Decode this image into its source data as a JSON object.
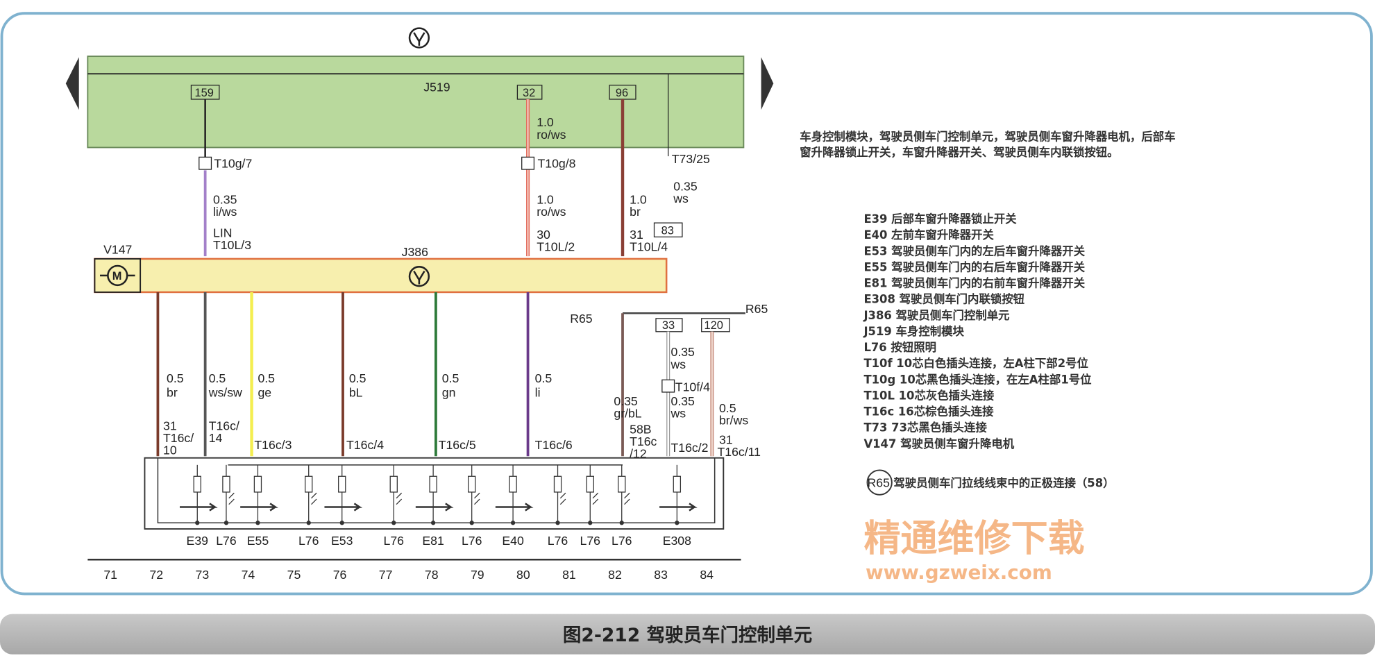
{
  "top_module": {
    "name": "J519",
    "pins": [
      "159",
      "32",
      "96"
    ],
    "t73": "T73/25"
  },
  "door_module": {
    "name": "J386",
    "motor": "V147"
  },
  "upper_wires": {
    "w1": {
      "conn": "T10g/7",
      "size": "0.35",
      "color": "li/ws",
      "sig": "LIN",
      "pin": "T10L/3"
    },
    "w2": {
      "size_a": "1.0",
      "color_a": "ro/ws",
      "conn": "T10g/8",
      "size": "1.0",
      "color": "ro/ws",
      "sig": "30",
      "pin": "T10L/2"
    },
    "w3": {
      "size": "1.0",
      "color": "br",
      "sig": "31",
      "pin": "T10L/4"
    },
    "w4": {
      "size": "0.35",
      "color": "ws",
      "ref": "83"
    }
  },
  "lower_wires": [
    {
      "size": "0.5",
      "color": "br",
      "sig": "31",
      "pin1": "T16c/",
      "pin2": "10",
      "hex": "#7a3a2a"
    },
    {
      "size": "0.5",
      "color": "ws/sw",
      "sig": "",
      "pin1": "T16c/",
      "pin2": "14",
      "hex": "#555555"
    },
    {
      "size": "0.5",
      "color": "ge",
      "pin": "T16c/3",
      "hex": "#f4ee50"
    },
    {
      "size": "0.5",
      "color": "bL",
      "pin": "T16c/4",
      "hex": "#7a3a2a"
    },
    {
      "size": "0.5",
      "color": "gn",
      "pin": "T16c/5",
      "hex": "#2e7a3a"
    },
    {
      "size": "0.5",
      "color": "li",
      "pin": "T16c/6",
      "hex": "#6a3a8a"
    }
  ],
  "right_wires": {
    "r65_left": "R65",
    "r65_right": "R65",
    "ref_a": "33",
    "ref_b": "120",
    "a": {
      "size": "0.35",
      "color": "gr/bL",
      "sig": "58B",
      "pin1": "T16c",
      "pin2": "/12"
    },
    "b": {
      "size_a": "0.35",
      "color_a": "ws",
      "conn": "T10f/4",
      "size": "0.35",
      "color": "ws",
      "pin": "T16c/2"
    },
    "c": {
      "size": "0.5",
      "color": "br/ws",
      "sig": "31",
      "pin": "T16c/11"
    }
  },
  "components": [
    "E39",
    "L76",
    "E55",
    "L76",
    "E53",
    "L76",
    "E81",
    "L76",
    "E40",
    "L76",
    "L76",
    "L76",
    "E308"
  ],
  "grid_numbers": [
    "71",
    "72",
    "73",
    "74",
    "75",
    "76",
    "77",
    "78",
    "79",
    "80",
    "81",
    "82",
    "83",
    "84"
  ],
  "description": [
    "车身控制模块，驾驶员侧车门控制单元，驾驶员侧车窗升降器电机，后部车",
    "窗升降器锁止开关，车窗升降器开关、驾驶员侧车内联锁按钮。"
  ],
  "legend": [
    "E39  后部车窗升降器锁止开关",
    "E40  左前车窗升降器开关",
    "E53  驾驶员侧车门内的左后车窗升降器开关",
    "E55  驾驶员侧车门内的右后车窗升降器开关",
    "E81  驾驶员侧车门内的右前车窗升降器开关",
    "E308  驾驶员侧车门内联锁按钮",
    "J386  驾驶员侧车门控制单元",
    "J519  车身控制模块",
    "L76  按钮照明",
    "T10f  10芯白色插头连接，左A柱下部2号位",
    "T10g  10芯黑色插头连接，在左A柱部1号位",
    "T10L  10芯灰色插头连接",
    "T16c  16芯棕色插头连接",
    "T73  73芯黑色插头连接",
    "V147  驾驶员侧车窗升降电机"
  ],
  "r65_note": {
    "badge": "R65",
    "text": "驾驶员侧车门拉线线束中的正极连接（58）"
  },
  "watermark": {
    "cn": "精通维修下载",
    "url": "www.gzweix.com"
  },
  "figure_title": "图2-212   驾驶员车门控制单元"
}
